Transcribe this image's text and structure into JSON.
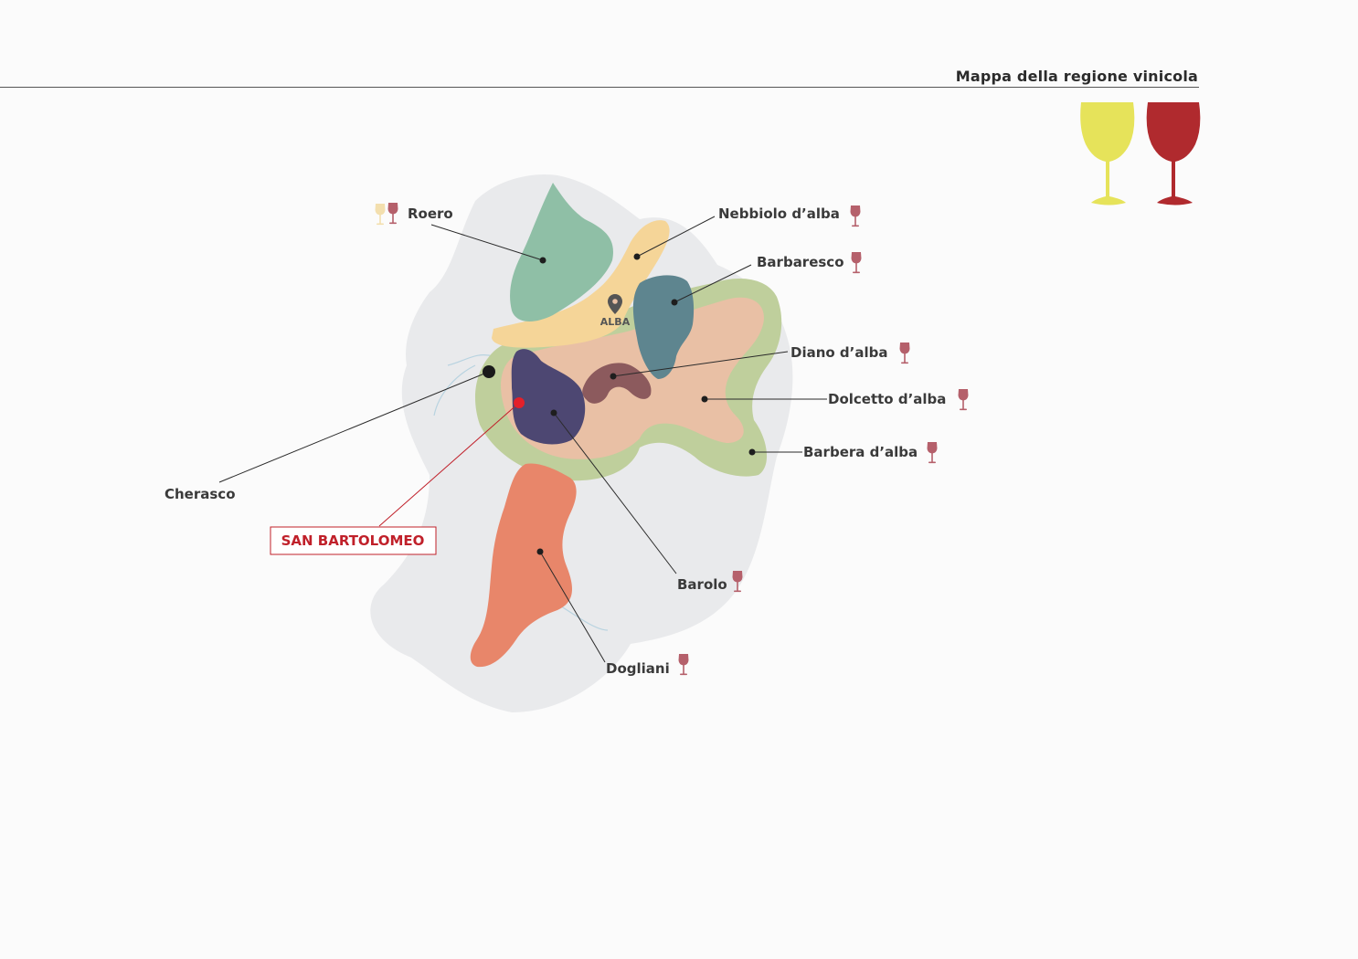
{
  "header": {
    "title": "Mappa della regione vinicola"
  },
  "legend": {
    "white_glass_color": "#e6e35a",
    "red_glass_color": "#b02a2e"
  },
  "map": {
    "town": "ALBA",
    "highlight": "SAN BARTOLOMEO",
    "cherasco": "Cherasco",
    "zones": [
      {
        "name": "Roero",
        "color": "#8fbfa6",
        "glasses": [
          "white",
          "red"
        ]
      },
      {
        "name": "Nebbiolo d’alba",
        "color": "#f5d598",
        "glasses": [
          "red"
        ]
      },
      {
        "name": "Barbaresco",
        "color": "#5e858f",
        "glasses": [
          "red"
        ]
      },
      {
        "name": "Diano d’alba",
        "color": "#8c5a5d",
        "glasses": [
          "red"
        ]
      },
      {
        "name": "Dolcetto d’alba",
        "color": "#e9c0a5",
        "glasses": [
          "red"
        ]
      },
      {
        "name": "Barbera d’alba",
        "color": "#bfcf9c",
        "glasses": [
          "red"
        ]
      },
      {
        "name": "Barolo",
        "color": "#4d4772",
        "glasses": [
          "red"
        ]
      },
      {
        "name": "Dogliani",
        "color": "#e8866a",
        "glasses": [
          "red"
        ]
      }
    ]
  }
}
